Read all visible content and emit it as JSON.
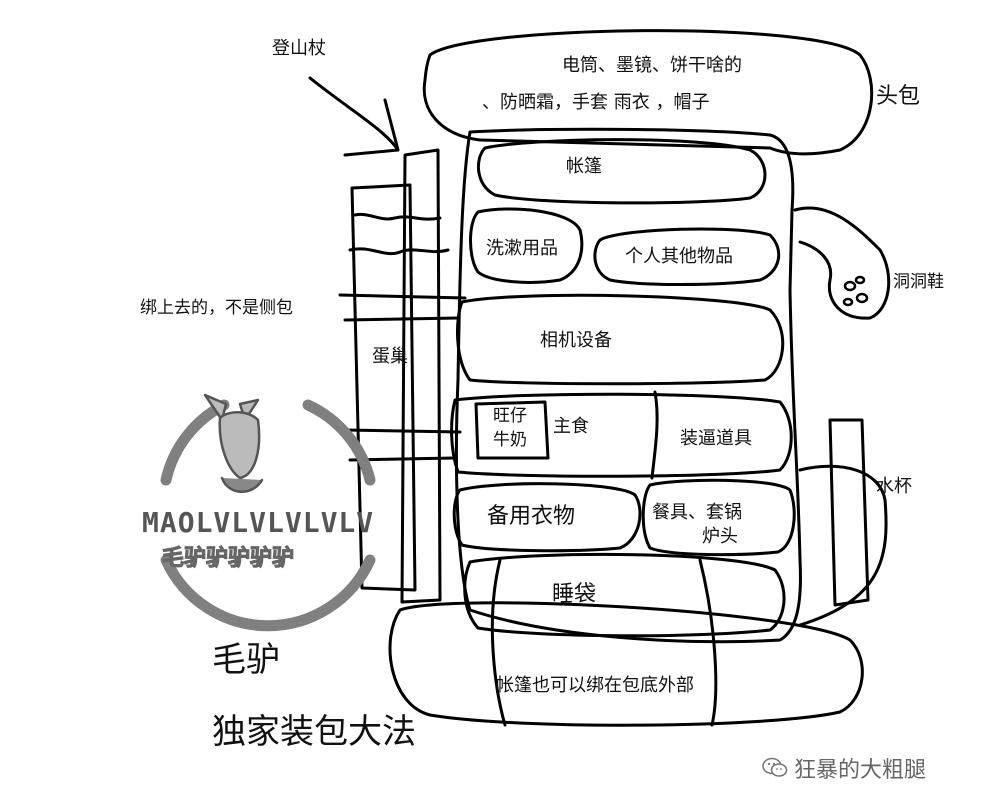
{
  "labels": {
    "trekking_pole": "登山杖",
    "head_pack_line1": "电筒、墨镜、饼干啥的",
    "head_pack_line2": "、防晒霜，手套  雨衣  ，帽子",
    "head_pack": "头包",
    "tent": "帐篷",
    "toiletries": "洗漱用品",
    "personal_items": "个人其他物品",
    "crocs": "洞洞鞋",
    "strapped_note": "绑上去的，不是侧包",
    "egg_nest": "蛋巢",
    "camera": "相机设备",
    "snack_line1": "旺仔",
    "snack_line2": "牛奶",
    "staple_food": "主食",
    "gear": "装逼道具",
    "water_cup": "水杯",
    "spare_clothes": "备用衣物",
    "cookware_line1": "餐具、套锅",
    "cookware_line2": "炉头",
    "sleeping_bag": "睡袋",
    "tent_bottom": "帐篷也可以绑在包底外部",
    "author": "毛驴",
    "method": "独家装包大法"
  },
  "logo": {
    "text": "MAOLVLVLVLVLV",
    "text_cn": "毛驴驴驴驴驴",
    "ring_color": "#808080"
  },
  "watermark": {
    "icon": "wechat-icon",
    "name": "狂暴的大粗腿"
  }
}
